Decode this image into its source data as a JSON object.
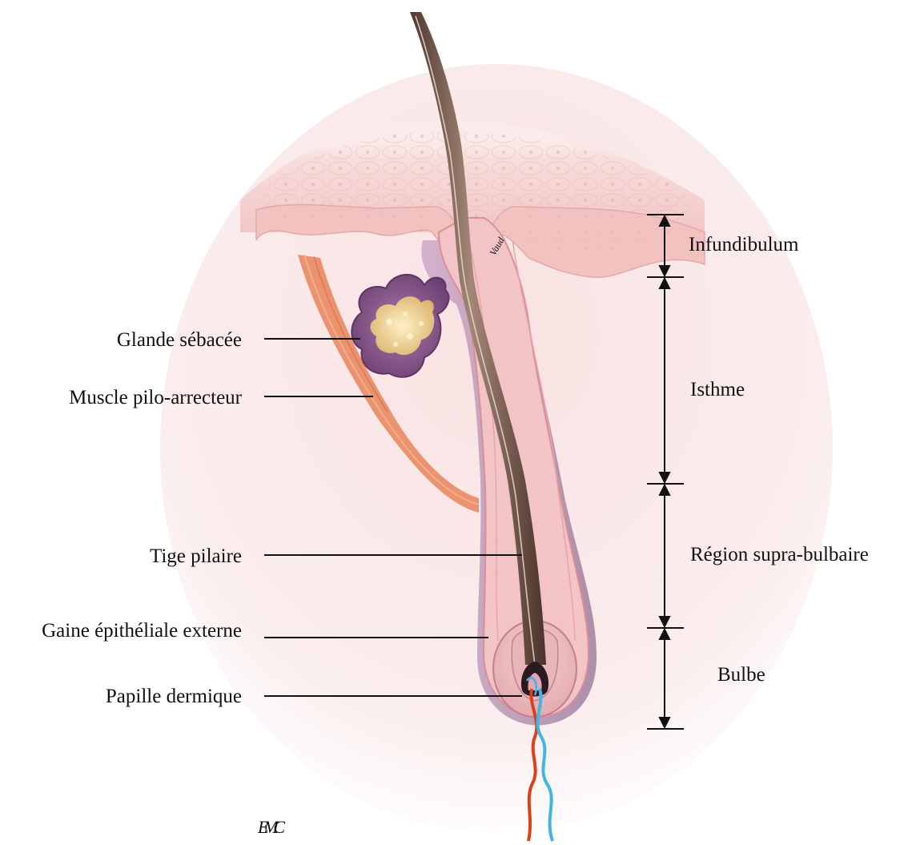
{
  "diagram": {
    "left_labels": [
      {
        "key": "glande",
        "text": "Glande sébacée"
      },
      {
        "key": "muscle",
        "text": "Muscle pilo-arrecteur"
      },
      {
        "key": "tige",
        "text": "Tige pilaire"
      },
      {
        "key": "gaine",
        "text": "Gaine épithéliale externe"
      },
      {
        "key": "papille",
        "text": "Papille dermique"
      }
    ],
    "right_labels": [
      {
        "key": "infundibulum",
        "text": "Infundibulum"
      },
      {
        "key": "isthme",
        "text": "Isthme"
      },
      {
        "key": "supra",
        "text": "Région supra-bulbaire"
      },
      {
        "key": "bulbe",
        "text": "Bulbe"
      }
    ],
    "logo": "EMC",
    "signature": "Vaud"
  },
  "colors": {
    "skin": "#f3c7c4",
    "skin_dark": "#e8a6a8",
    "dermis": "#f8dede",
    "sheath": "#8a5a8c",
    "hair": "#6e5246",
    "muscle": "#e98a62",
    "gland": "#8e5990",
    "sebum": "#f0d79a",
    "artery": "#d9411e",
    "vein": "#3fb6e4"
  }
}
